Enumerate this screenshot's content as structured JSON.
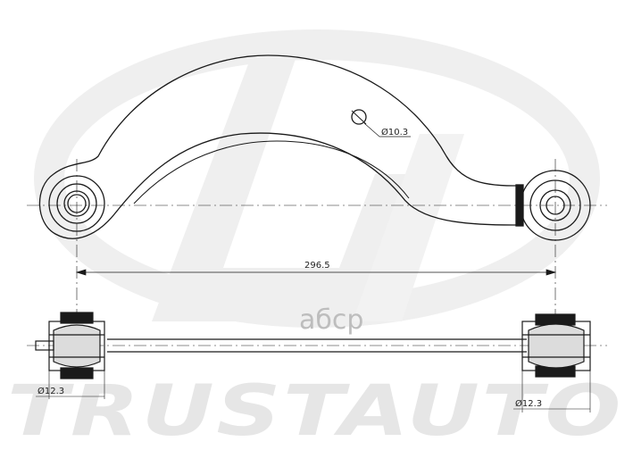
{
  "watermark": {
    "brand_text": "TRUSTAUTO",
    "site_text": "абср"
  },
  "dimensions": {
    "center_distance": "296.5",
    "hole_diameter": "Ø10.3",
    "bushing_left": "Ø12.3",
    "bushing_right": "Ø12.3"
  },
  "colors": {
    "line": "#1a1a1a",
    "watermark": "#e6e6e6",
    "background": "#ffffff"
  }
}
